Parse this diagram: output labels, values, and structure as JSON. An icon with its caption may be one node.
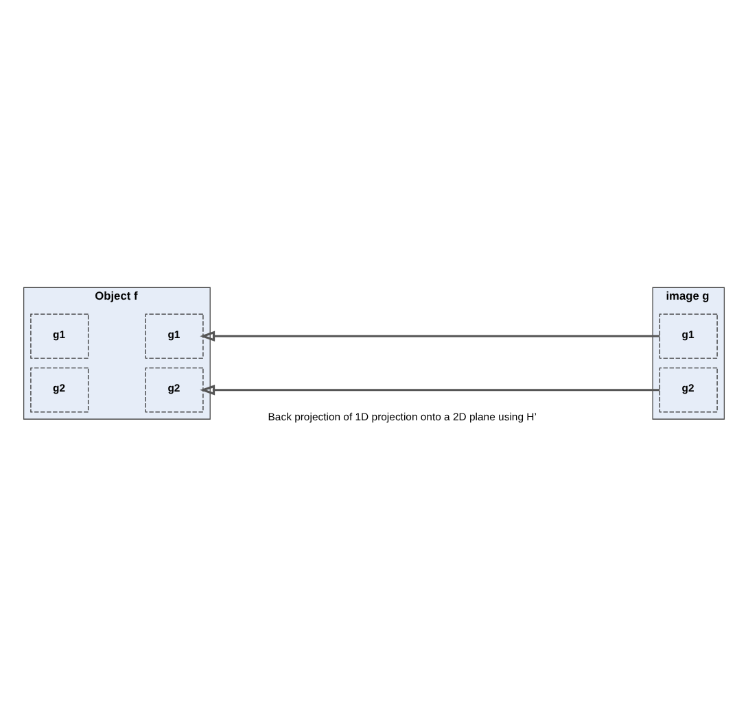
{
  "diagram": {
    "nodes": [
      {
        "text": [
          "Object f"
        ]
      },
      {
        "text": [
          "g1"
        ],
        "in": 0
      },
      {
        "text": [
          "g1"
        ],
        "in": 0
      },
      {
        "text": [
          "g2"
        ],
        "in": 0
      },
      {
        "text": [
          "g2"
        ],
        "in": 0
      },
      {
        "text": [
          "image g"
        ]
      },
      {
        "text": [
          "g1"
        ],
        "in": 5
      },
      {
        "text": [
          "g2"
        ],
        "in": 5
      }
    ],
    "edges": [
      {
        "from": 6,
        "to": 2,
        "arrow": "to"
      },
      {
        "from": 7,
        "to": 4,
        "arrow": "to"
      }
    ],
    "labels": [
      "Back projection of 1D projection onto a 2D plane using H’"
    ]
  }
}
